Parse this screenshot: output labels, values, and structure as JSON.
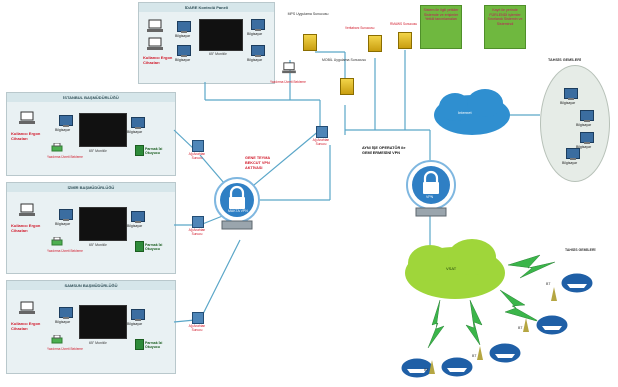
{
  "colors": {
    "accent": "#d1192a",
    "green": "#6fb83f",
    "cloud_blue": "#2f8fd0",
    "line": "#5aa6c8"
  },
  "top_panel": {
    "title": "İDARE Kontrolü Paneli",
    "laptop_label": "Kullanıcı Ergon Cihazları",
    "pc_label": "Bilgisayar",
    "tv_label": "65\" Monitör",
    "printer_label": "Yazdırma Ücreti Bekleme"
  },
  "panels": [
    {
      "title": "İSTANBUL BAŞMÜDÜRLÜĞÜ",
      "laptop_label": "Kullanıcı Ergon Cihazları",
      "pc_label": "Bilgisayar",
      "tv_label": "65\" Monitör",
      "printer_label": "Yazdırma Ücreti Bekleme",
      "green_label": "Parmak İzi Okuyucu"
    },
    {
      "title": "İZMİR BAŞMÜDÜRLÜĞÜ",
      "laptop_label": "Kullanıcı Ergon Cihazları",
      "pc_label": "Bilgisayar",
      "tv_label": "65\" Monitör",
      "printer_label": "Yazdırma Ücreti Bekleme",
      "green_label": "Parmak İzi Okuyucu"
    },
    {
      "title": "SAMSUN BAŞMÜDÜRLÜĞÜ",
      "laptop_label": "Kullanıcı Ergon Cihazları",
      "pc_label": "Bilgisayar",
      "tv_label": "65\" Monitör",
      "printer_label": "Yazdırma Ücreti Bekleme",
      "green_label": "Parmak İzi Okuyucu"
    }
  ],
  "servers": {
    "mps": "MPS Uygulama Sunucusu",
    "mobil": "MOBİL Uygulama Sunucusu",
    "veritabani": "Veritabanı Sunucusu",
    "rmaws": "RMAWS Sunucusu"
  },
  "green_box_1": "Sistem ile ilgili yetkiler Sistemde ve erişimler Yetkili tanımlamaları",
  "green_box_2": "Kayıt ile yerinde FÜRLENDİ işlemler Sınırlandı Sistemin ve Sistemindi",
  "internet_label": "Internet",
  "vpn_main_label": "VPN",
  "vpn_left_label": "MAKTA VPN",
  "vpn_left_caption": "GENE TEYMA BEKCUT VPN AKTİVASI",
  "vpn_center_caption": "AYNI İŞE OPERATÖR ile GEMİ ERMESİNİ VPN",
  "switch_label": "Ağ Anahtarı Sunucu",
  "ellipse_title": "TAHSİS GEMİLERİ",
  "ellipse_pcs": [
    "Bilgisayar",
    "Bilgisayar",
    "Bilgisayar",
    "Bilgisayar"
  ],
  "sat_label": "VSAT",
  "ships_title": "TAHSİS GEMİLERİ",
  "ship_label": "BT"
}
